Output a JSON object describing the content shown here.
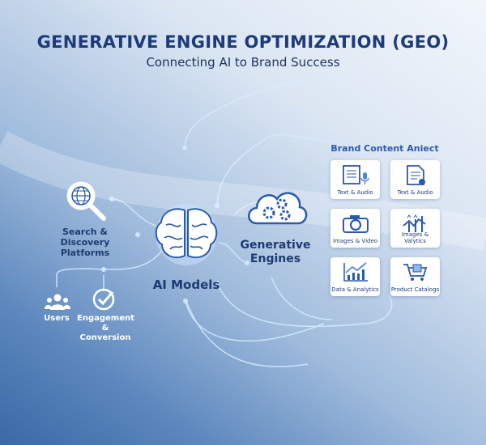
{
  "header": {
    "title": "GENERATIVE ENGINE OPTIMIZATION (GEO)",
    "subtitle": "Connecting AI to Brand Success"
  },
  "nodes": {
    "search": "Search & Discovery Platforms",
    "ai_models": "AI Models",
    "generative_engines": "Generative Engines",
    "users": "Users",
    "engagement": "Engagement & Conversion"
  },
  "brand_content": {
    "title": "Brand Content Aniect",
    "items": [
      {
        "label": "Text & Audio",
        "icon": "document-mic-icon"
      },
      {
        "label": "Text & Audio",
        "icon": "document-icon"
      },
      {
        "label": "Images & Video",
        "icon": "camera-icon"
      },
      {
        "label": "Images & Valytics",
        "icon": "trend-arrows-icon"
      },
      {
        "label": "Data & Analytics",
        "icon": "bar-chart-icon"
      },
      {
        "label": "Product Catalogs",
        "icon": "cart-icon"
      }
    ]
  },
  "colors": {
    "navy": "#1d3b7a",
    "accent": "#2a6ac0"
  }
}
